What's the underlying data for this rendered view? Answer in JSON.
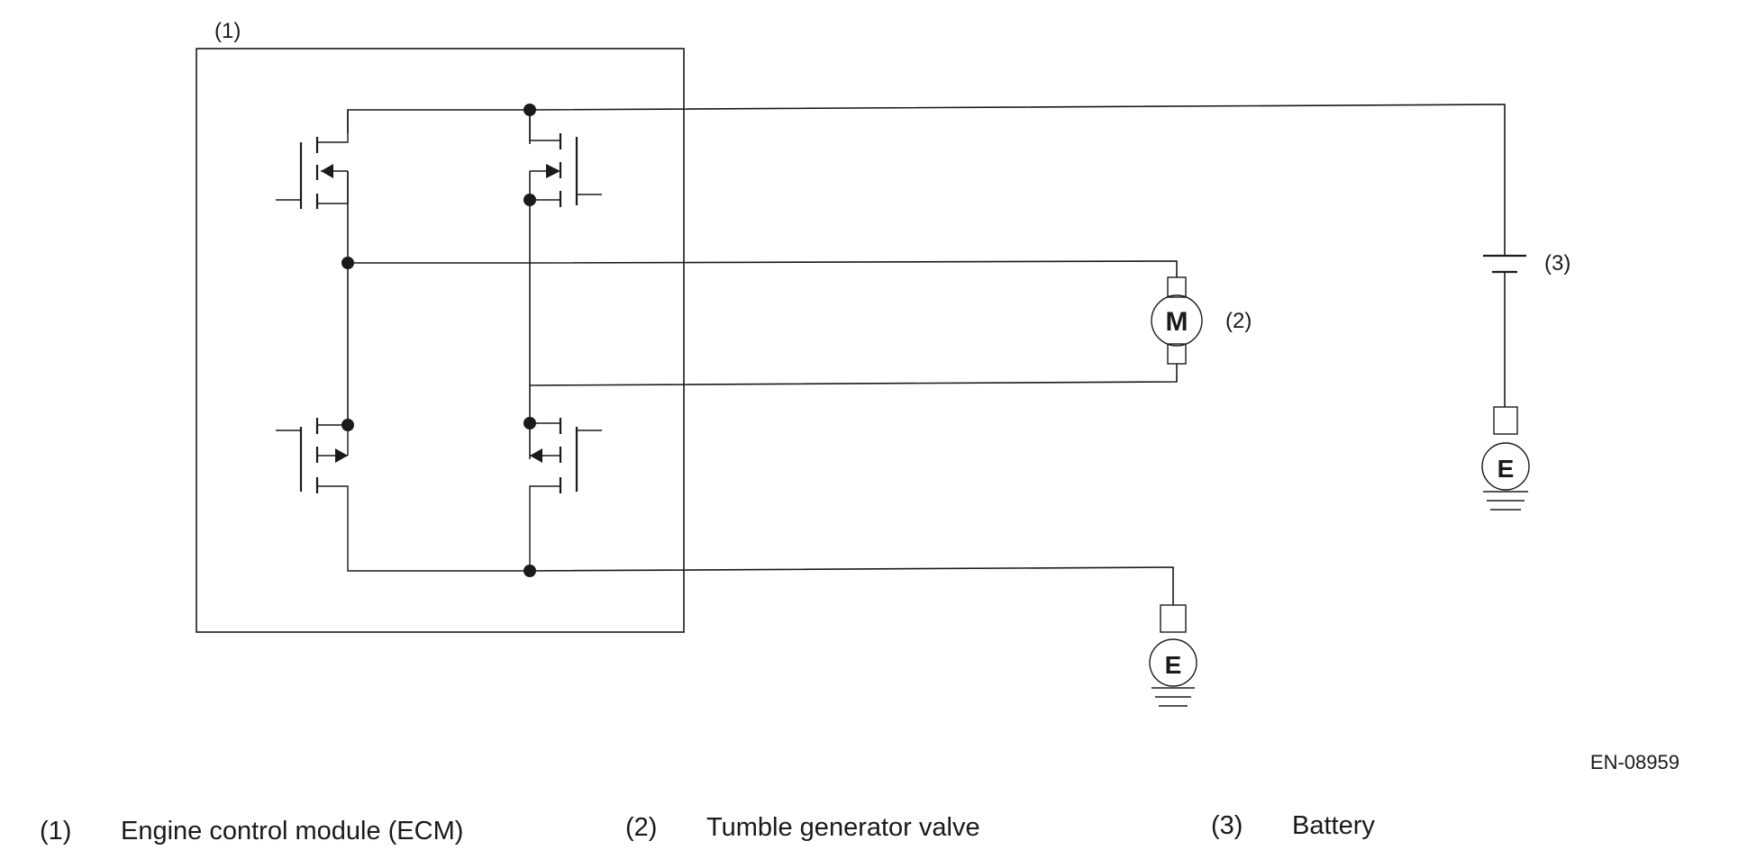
{
  "callouts": {
    "ecm": "(1)",
    "valve": "(2)",
    "battery": "(3)"
  },
  "symbols": {
    "motor_letter": "M",
    "ground_letter": "E"
  },
  "figure_code": "EN-08959",
  "legend": [
    {
      "num": "(1)",
      "text": "Engine control module (ECM)"
    },
    {
      "num": "(2)",
      "text": "Tumble generator valve"
    },
    {
      "num": "(3)",
      "text": "Battery"
    }
  ]
}
